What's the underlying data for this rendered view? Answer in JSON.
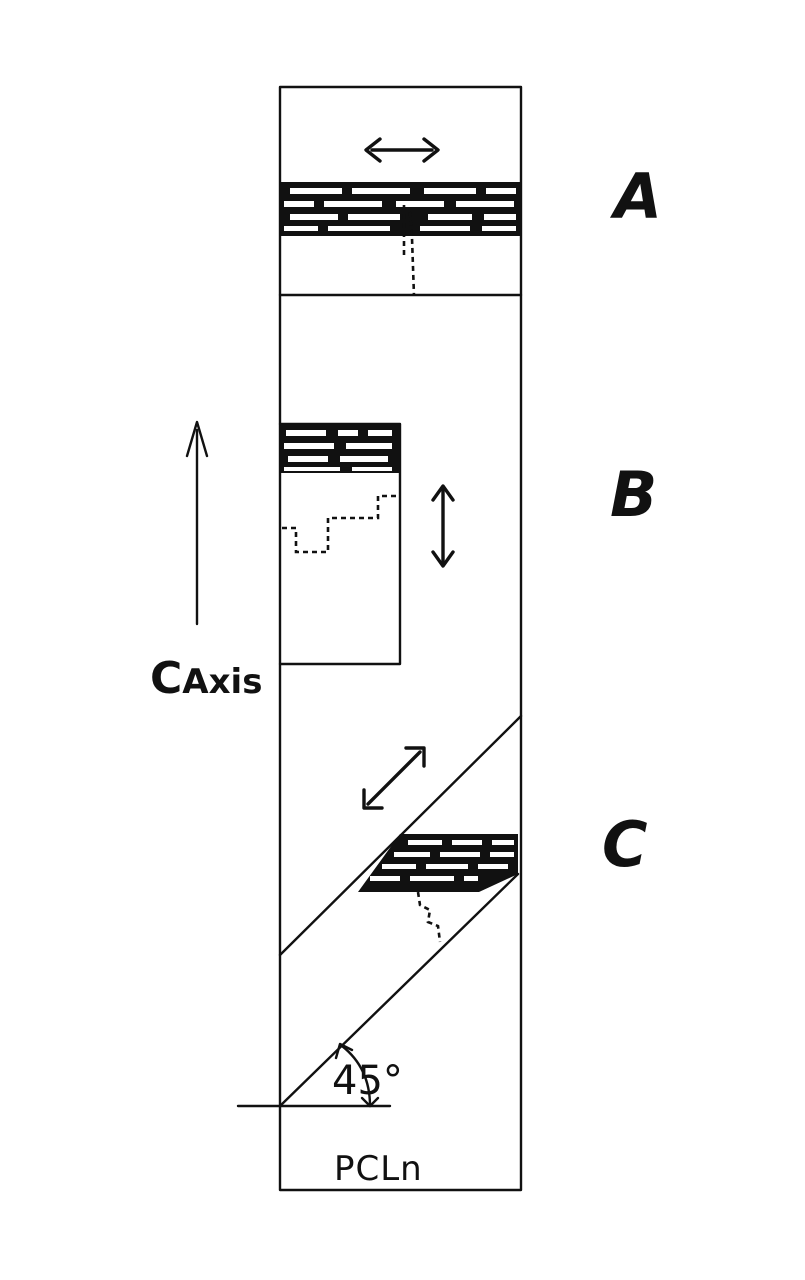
{
  "labels": {
    "a": "A",
    "b": "B",
    "c": "C",
    "axis_c": "C",
    "axis_rest": "Axis",
    "angle": "45°",
    "bottom": "PCLn"
  },
  "colors": {
    "ink": "#111111",
    "paper": "#ffffff"
  }
}
